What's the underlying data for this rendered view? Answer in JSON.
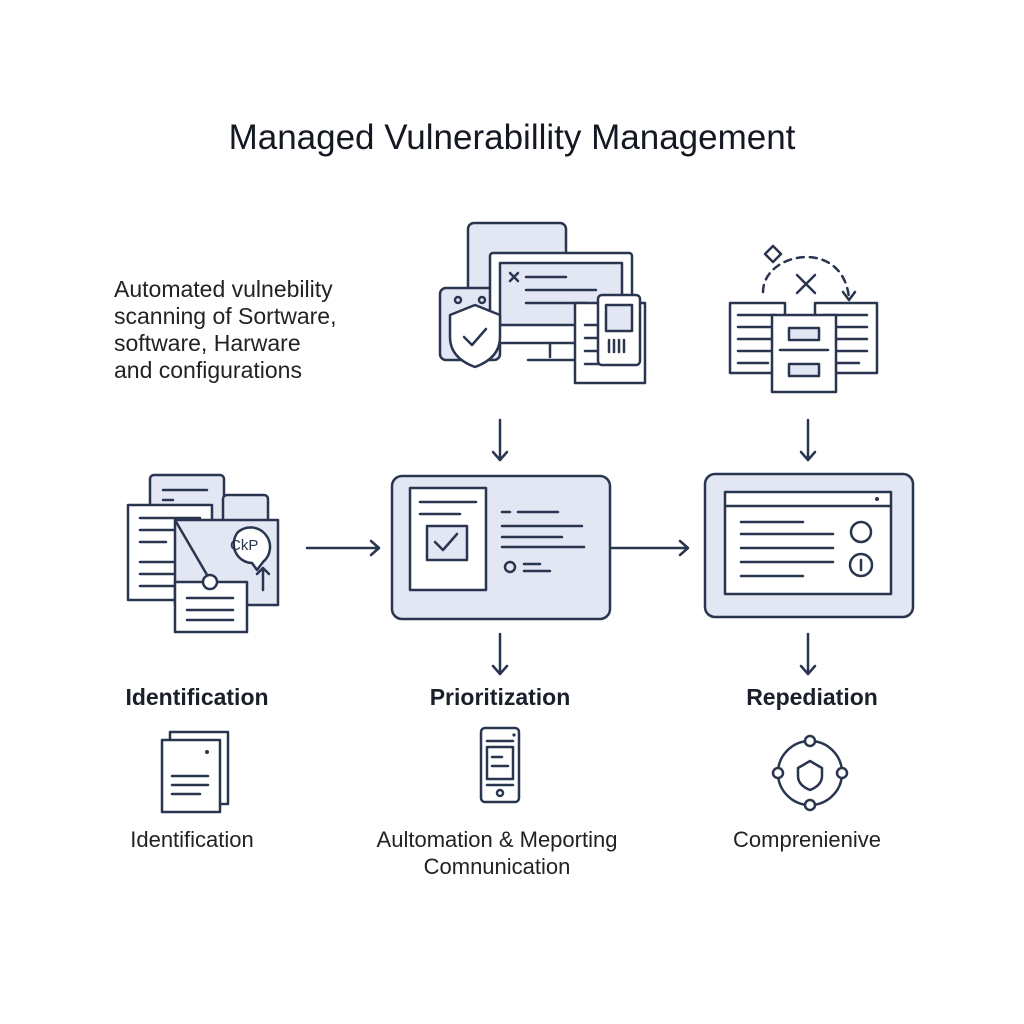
{
  "title": "Managed Vulnerabillity Management",
  "intro_lines": [
    "Automated vulnebility",
    "scanning of Sortware,",
    "software, Harware",
    "and configurations"
  ],
  "stages": [
    {
      "label": "Identification",
      "caption_lines": [
        "Identification"
      ],
      "badge_text": "CkP"
    },
    {
      "label": "Prioritization",
      "caption_lines": [
        "Aultomation & Meporting",
        "Comnunication"
      ]
    },
    {
      "label": "Repediation",
      "caption_lines": [
        "Comprenienive"
      ]
    }
  ],
  "colors": {
    "stroke": "#2a3550",
    "fill": "#e2e7f3"
  }
}
